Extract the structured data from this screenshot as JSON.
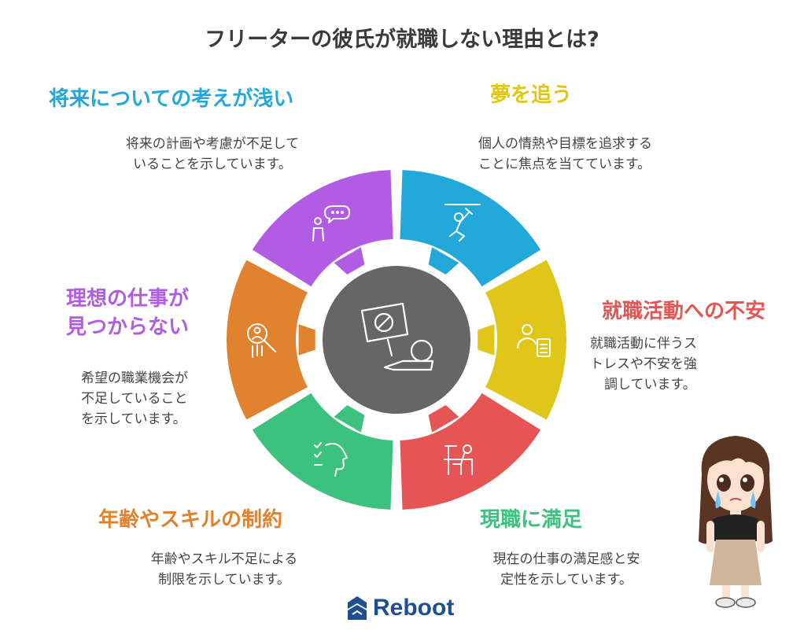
{
  "title": "フリーターの彼氏が就職しない理由とは?",
  "center": {
    "icon": "no-sign-person-icon",
    "color": "#666666"
  },
  "segments": [
    {
      "id": "shallow-future",
      "heading": "将来についての考えが浅い",
      "desc_lines": [
        "将来の計画や考慮が不足して",
        "いることを示しています。"
      ],
      "color": "#22a8d9",
      "icon": "person-thinking-icon"
    },
    {
      "id": "chase-dream",
      "heading": "夢を追う",
      "desc_lines": [
        "個人の情熱や目標を追求する",
        "ことに焦点を当てています。"
      ],
      "color": "#e0c619",
      "icon": "person-reaching-icon"
    },
    {
      "id": "job-anxiety",
      "heading": "就職活動への不安",
      "desc_lines": [
        "就職活動に伴うス",
        "トレスや不安を強",
        "調しています。"
      ],
      "color": "#e65553",
      "icon": "person-resume-icon"
    },
    {
      "id": "satisfied",
      "heading": "現職に満足",
      "desc_lines": [
        "現在の仕事の満足感と安",
        "定性を示しています。"
      ],
      "color": "#3cc27e",
      "icon": "person-desk-icon"
    },
    {
      "id": "constraints",
      "heading": "年齢やスキルの制約",
      "desc_lines": [
        "年齢やスキル不足による",
        "制限を示しています。"
      ],
      "color": "#e0822e",
      "icon": "head-checklist-icon"
    },
    {
      "id": "no-ideal-job",
      "heading_lines": [
        "理想の仕事が",
        "見つからない"
      ],
      "desc_lines": [
        "希望の職業機会が",
        "不足していること",
        "を示しています。"
      ],
      "color": "#b25ce3",
      "icon": "person-search-icon"
    }
  ],
  "brand": {
    "name": "Reboot",
    "color": "#1f4f91"
  }
}
